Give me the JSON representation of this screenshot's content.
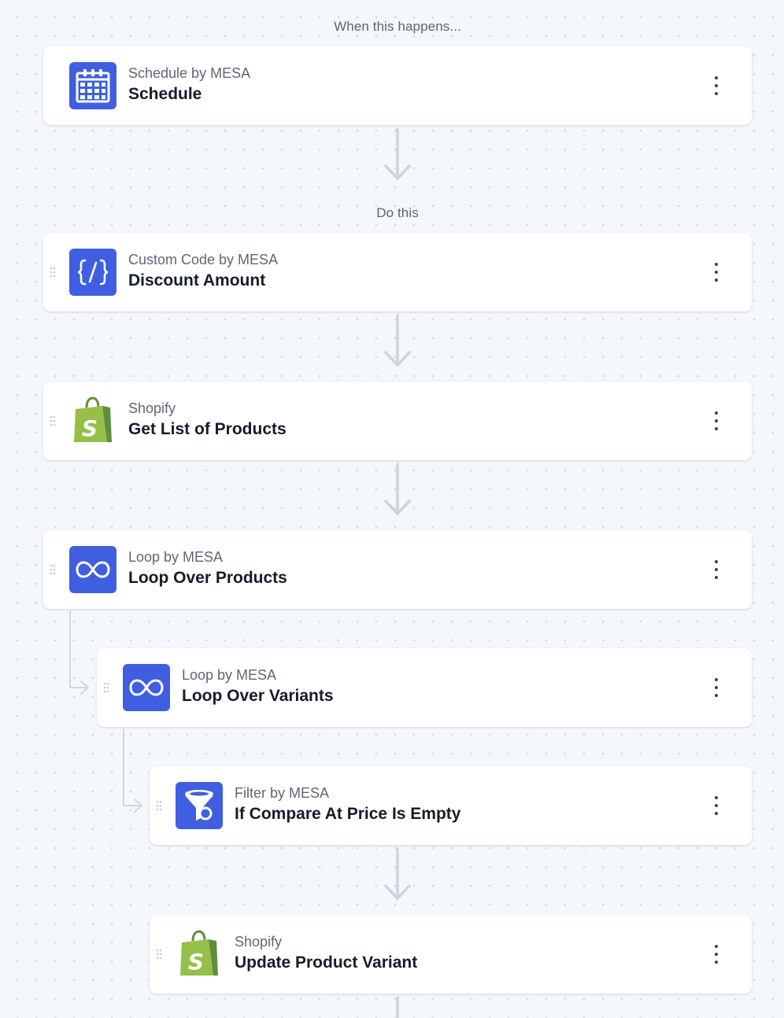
{
  "labels": {
    "trigger_section": "When this happens...",
    "action_section": "Do this"
  },
  "steps": [
    {
      "provider": "Schedule by MESA",
      "title": "Schedule",
      "icon": "calendar-icon"
    },
    {
      "provider": "Custom Code by MESA",
      "title": "Discount Amount",
      "icon": "code-icon"
    },
    {
      "provider": "Shopify",
      "title": "Get List of Products",
      "icon": "shopify-bag-icon"
    },
    {
      "provider": "Loop by MESA",
      "title": "Loop Over Products",
      "icon": "infinity-icon"
    },
    {
      "provider": "Loop by MESA",
      "title": "Loop Over Variants",
      "icon": "infinity-icon"
    },
    {
      "provider": "Filter by MESA",
      "title": "If Compare At Price Is Empty",
      "icon": "funnel-icon"
    },
    {
      "provider": "Shopify",
      "title": "Update Product Variant",
      "icon": "shopify-bag-icon"
    }
  ],
  "colors": {
    "accent": "#3f5fe0",
    "shopify_green": "#95bf47",
    "shopify_dark": "#5e8e3e",
    "connector": "#cfd3da"
  }
}
